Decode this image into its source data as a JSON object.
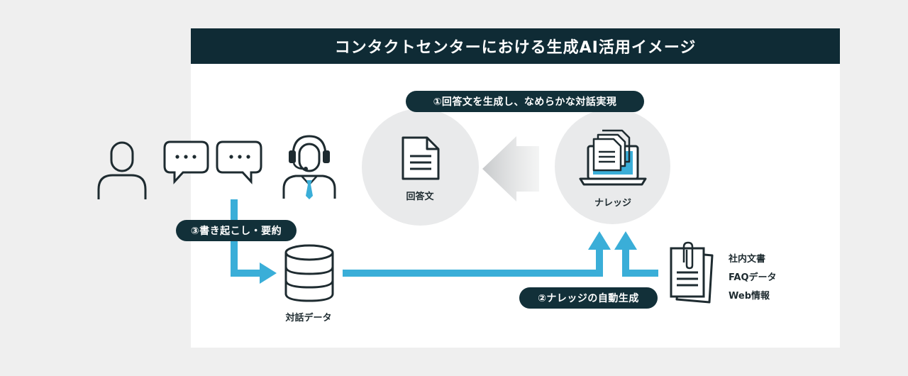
{
  "title": "コンタクトセンターにおける生成AI活用イメージ",
  "step1_label": "①回答文を生成し、なめらかな対話実現",
  "step2_label": "②ナレッジの自動生成",
  "step3_label": "③書き起こし・要約",
  "answer_label": "回答文",
  "knowledge_label": "ナレッジ",
  "conversation_data_label": "対話データ",
  "sources": [
    "社内文書",
    "FAQデータ",
    "Web情報"
  ],
  "colors": {
    "navy": "#0f2b35",
    "accent_blue": "#3aaed8",
    "circle_gray": "#e9eaeb",
    "icon_stroke": "#1e2b30"
  },
  "icons": {
    "customer": "person-icon",
    "chat": "speech-bubble-icon",
    "operator": "headset-operator-icon",
    "answer": "document-icon",
    "knowledge": "laptop-documents-icon",
    "database": "database-icon",
    "sources": "clipped-documents-icon"
  }
}
